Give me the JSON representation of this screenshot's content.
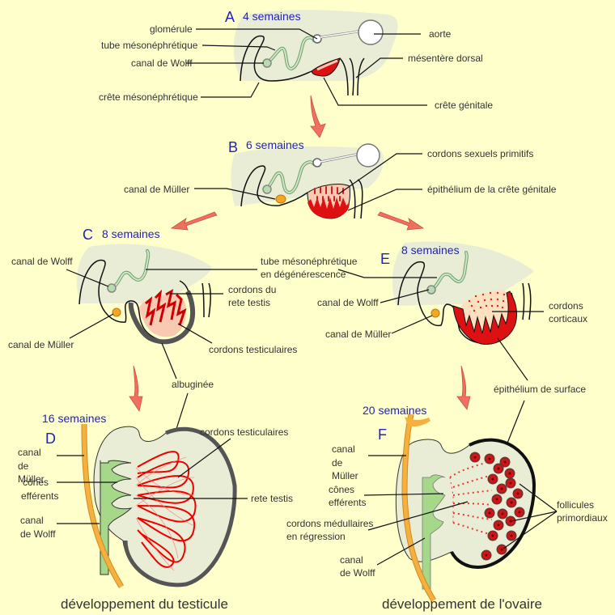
{
  "colors": {
    "background": "#ffffcc",
    "stage_text": "#2222bb",
    "label_text": "#333333",
    "arrow": "#f07060",
    "genital_red": "#dd0000",
    "tissue": "#eaedd5",
    "muller_orange": "#f5a623",
    "wolff_green": "#a6d88a",
    "albuginea_grey": "#555555"
  },
  "panels": {
    "A": {
      "letter": "A",
      "stage": "4 semaines",
      "labels": {
        "glomerule": "glomérule",
        "tube": "tube mésonéphrétique",
        "wolff": "canal de Wolff",
        "crete_meso": "crête mésonéphrétique",
        "aorte": "aorte",
        "mesentere": "mésentère dorsal",
        "crete_gen": "crête génitale"
      }
    },
    "B": {
      "letter": "B",
      "stage": "6 semaines",
      "labels": {
        "muller": "canal de Müller",
        "cordons": "cordons sexuels primitifs",
        "epithelium": "épithélium de la crête génitale"
      }
    },
    "C": {
      "letter": "C",
      "stage": "8 semaines",
      "labels": {
        "wolff": "canal de Wolff",
        "muller": "canal de Müller",
        "tube_line1": "tube mésonéphrétique",
        "tube_line2": "en dégénérescence",
        "rete_line1": "cordons du",
        "rete_line2": "rete testis",
        "cordons_test": "cordons testiculaires",
        "albuginee": "albuginée"
      }
    },
    "E": {
      "letter": "E",
      "stage": "8 semaines",
      "labels": {
        "wolff": "canal de Wolff",
        "muller": "canal de Müller",
        "cort_line1": "cordons",
        "cort_line2": "corticaux",
        "epi_surface": "épithélium de surface"
      }
    },
    "D": {
      "letter": "D",
      "stage": "16 semaines",
      "caption": "développement du testicule",
      "labels": {
        "muller_1": "canal",
        "muller_2": "de",
        "muller_3": "Müller",
        "cones_1": "cônes",
        "cones_2": "efférents",
        "wolff_1": "canal",
        "wolff_2": "de Wolff",
        "cordons_test": "cordons testiculaires",
        "rete": "rete testis"
      }
    },
    "F": {
      "letter": "F",
      "stage": "20 semaines",
      "caption": "développement de l'ovaire",
      "labels": {
        "muller_1": "canal",
        "muller_2": "de",
        "muller_3": "Müller",
        "cones_1": "cônes",
        "cones_2": "efférents",
        "med_1": "cordons médullaires",
        "med_2": "en régression",
        "wolff_1": "canal",
        "wolff_2": "de Wolff",
        "foll_1": "follicules",
        "foll_2": "primordiaux"
      }
    }
  }
}
